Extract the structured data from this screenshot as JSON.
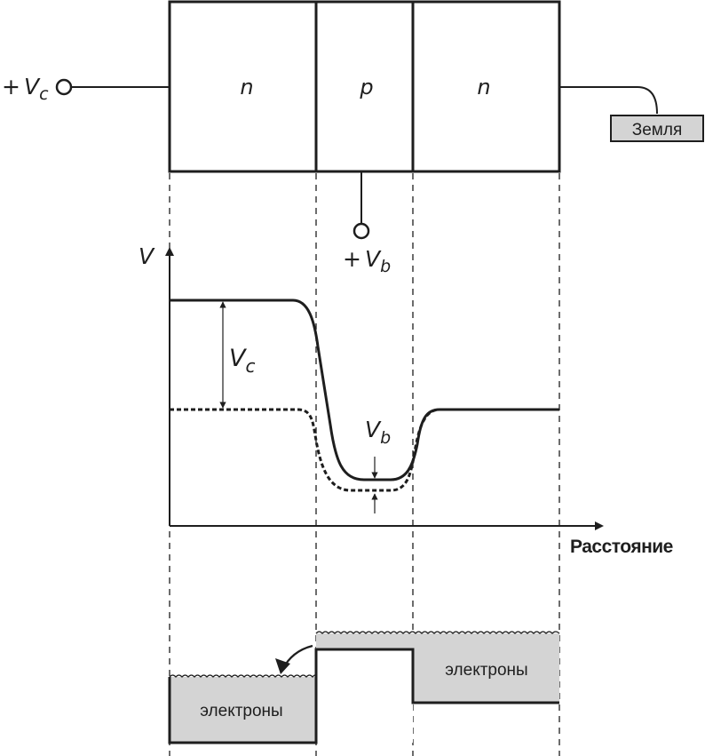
{
  "regions": {
    "left": "n",
    "middle": "p",
    "right": "n"
  },
  "terminals": {
    "collector": {
      "sign": "+",
      "symbol": "V",
      "subscript": "c"
    },
    "base": {
      "sign": "+",
      "symbol": "V",
      "subscript": "b"
    },
    "ground_label": "Земля"
  },
  "graph": {
    "y_axis_label": "V",
    "x_axis_label": "Расстояние",
    "vc_label": {
      "symbol": "V",
      "subscript": "c"
    },
    "vb_label": {
      "symbol": "V",
      "subscript": "b"
    }
  },
  "electrons": {
    "left_label": "электроны",
    "right_label": "электроны"
  },
  "colors": {
    "stroke": "#1e1e1e",
    "fill_gray": "#d4d4d4",
    "background": "#ffffff"
  }
}
